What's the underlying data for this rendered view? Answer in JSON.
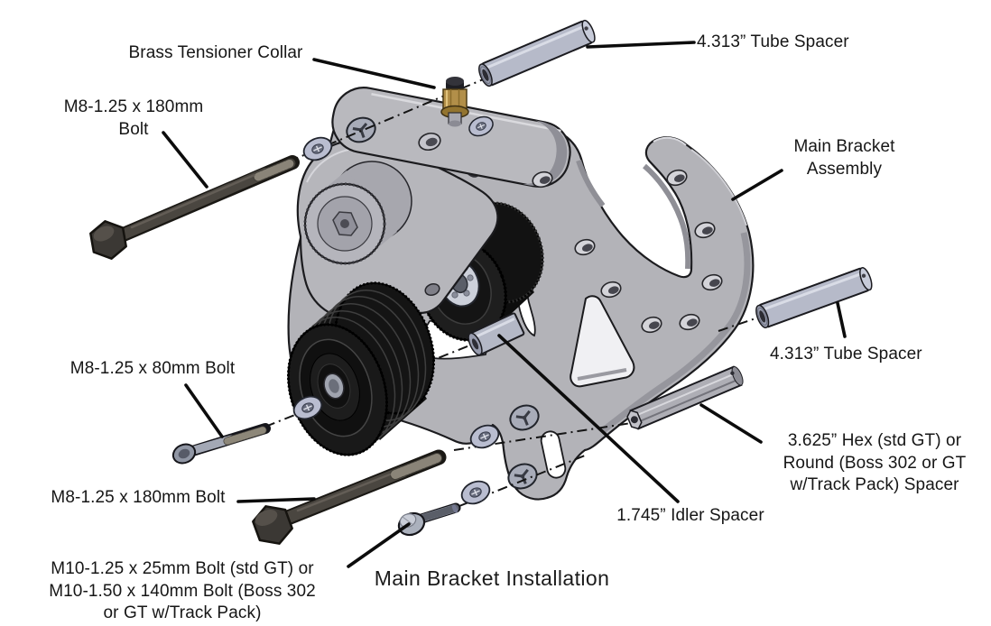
{
  "diagram": {
    "caption": "Main Bracket Installation",
    "labels": {
      "brass_tensioner_collar": "Brass Tensioner Collar",
      "m8_180_bolt_top": "M8-1.25 x 180mm\nBolt",
      "tube_spacer_top": "4.313” Tube Spacer",
      "main_bracket_assembly": "Main Bracket\nAssembly",
      "tube_spacer_right": "4.313” Tube Spacer",
      "m8_80_bolt": "M8-1.25 x 80mm Bolt",
      "hex_round_spacer": "3.625” Hex (std GT) or\nRound (Boss 302 or GT\nw/Track Pack) Spacer",
      "m8_180_bolt_bottom": "M8-1.25 x 180mm Bolt",
      "idler_spacer": "1.745” Idler Spacer",
      "m10_bolt": "M10-1.25 x 25mm Bolt (std GT) or\nM10-1.50 x 140mm Bolt (Boss 302\nor GT w/Track Pack)"
    },
    "colors": {
      "background": "#ffffff",
      "bracket_gray": "#b3b3b8",
      "spacer_blue_gray": "#b6bac9",
      "washer_blue_gray": "#b9bdd0",
      "brass": "#b28f49",
      "bolt_dark": "#4a4640",
      "pulley_black": "#161616",
      "text": "#161616",
      "leader_line": "#0c0c0c"
    }
  }
}
